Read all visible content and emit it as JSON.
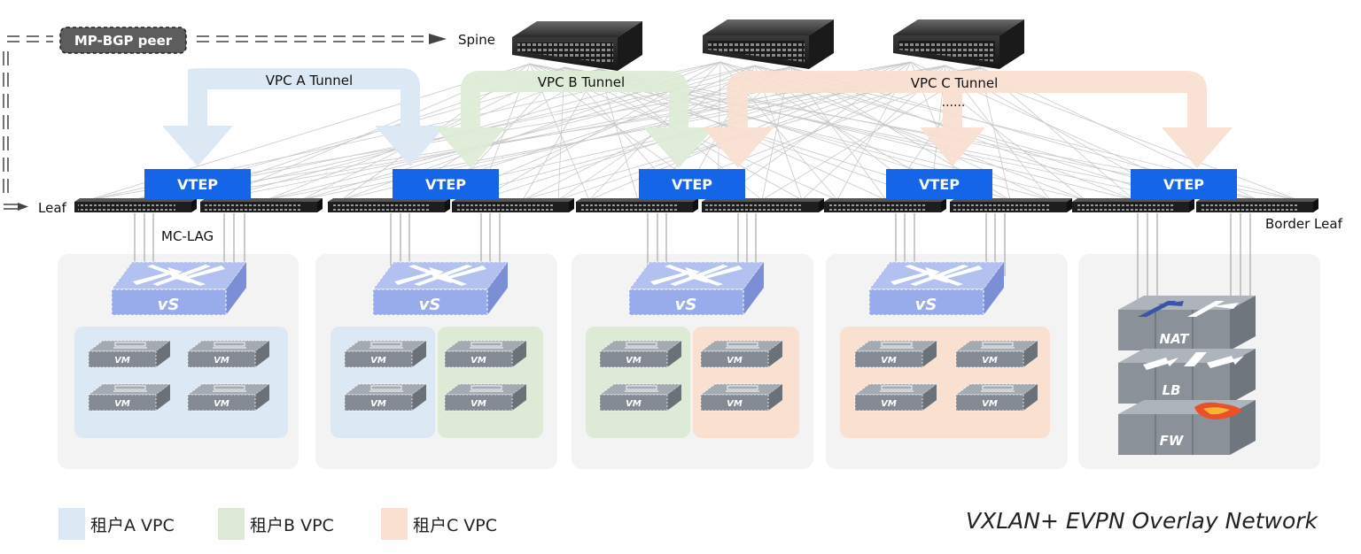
{
  "labels": {
    "mp_bgp": "MP-BGP peer",
    "spine": "Spine",
    "leaf": "Leaf",
    "mclag": "MC-LAG",
    "border_leaf": "Border Leaf",
    "dots": "......",
    "title": "VXLAN+ EVPN Overlay Network"
  },
  "tunnels": [
    {
      "label": "VPC A Tunnel",
      "color": "#dce8f4"
    },
    {
      "label": "VPC B Tunnel",
      "color": "#ddebd6"
    },
    {
      "label": "VPC C Tunnel",
      "color": "#f9e0d0"
    }
  ],
  "vtep_label": "VTEP",
  "vs_label": "vS",
  "vm_label": "VM",
  "services": [
    "NAT",
    "LB",
    "FW"
  ],
  "legend": [
    {
      "label": "租户A VPC",
      "color": "#dce8f4"
    },
    {
      "label": "租户B VPC",
      "color": "#ddebd6"
    },
    {
      "label": "租户C VPC",
      "color": "#f9e0d0"
    }
  ],
  "colors": {
    "vtep": "#1565e8",
    "vswitch": "#98acec",
    "vm": "#838a93",
    "rack_bg": "#f3f3f3",
    "mp_bgp_box": "#5d5d5d"
  }
}
